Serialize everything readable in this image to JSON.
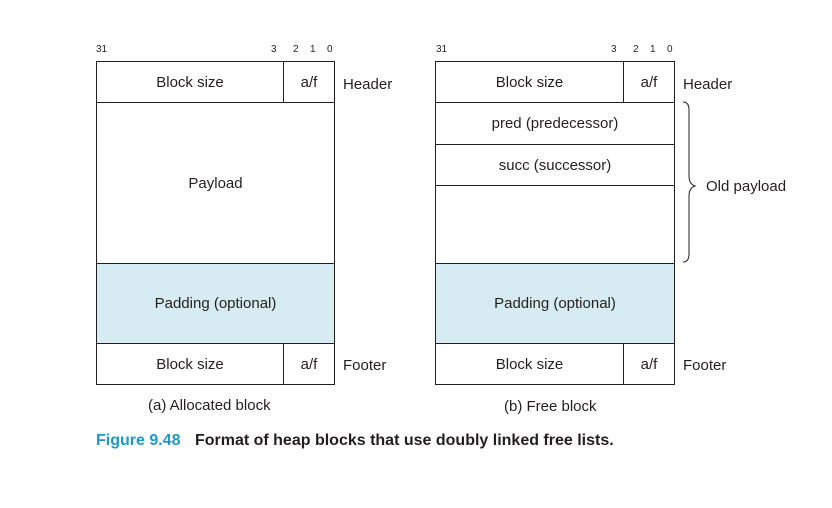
{
  "bit_labels": {
    "b31": "31",
    "b3": "3",
    "b2": "2",
    "b1": "1",
    "b0": "0"
  },
  "allocated": {
    "header_block_size": "Block size",
    "header_af": "a/f",
    "header_label": "Header",
    "payload": "Payload",
    "padding": "Padding (optional)",
    "footer_block_size": "Block size",
    "footer_af": "a/f",
    "footer_label": "Footer",
    "caption": "(a) Allocated block"
  },
  "free": {
    "header_block_size": "Block size",
    "header_af": "a/f",
    "header_label": "Header",
    "pred": "pred (predecessor)",
    "succ": "succ (successor)",
    "old_payload": "Old payload",
    "padding": "Padding (optional)",
    "footer_block_size": "Block size",
    "footer_af": "a/f",
    "footer_label": "Footer",
    "caption": "(b) Free block"
  },
  "figure": {
    "number": "Figure 9.48",
    "title": "Format of heap blocks that use doubly linked free lists."
  },
  "colors": {
    "padding_fill": "#d6ecf2",
    "figure_number": "#1a9bc5"
  }
}
